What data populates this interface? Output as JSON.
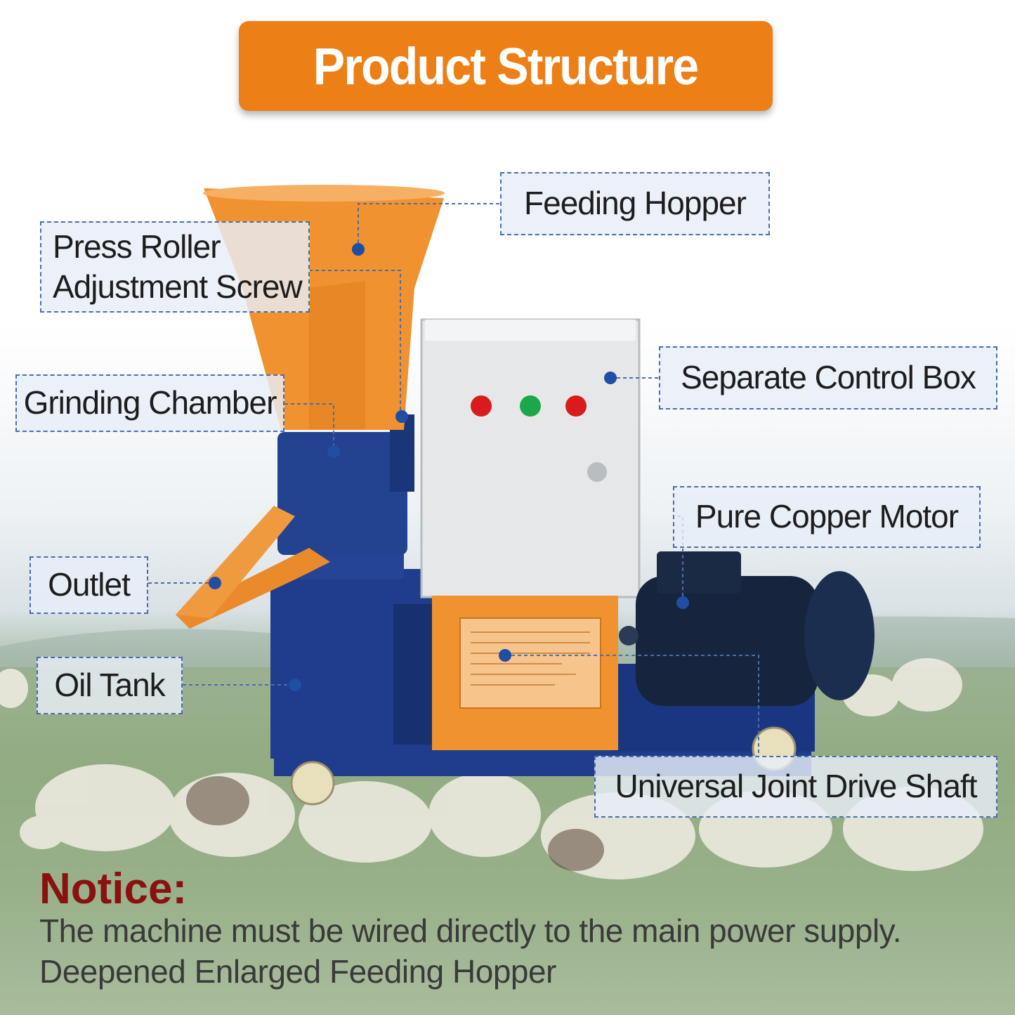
{
  "title": "Product Structure",
  "labels": {
    "feeding_hopper": "Feeding Hopper",
    "press_roller_line1": "Press Roller",
    "press_roller_line2": "Adjustment Screw",
    "grinding_chamber": "Grinding Chamber",
    "separate_control_box": "Separate Control Box",
    "pure_copper_motor": "Pure Copper Motor",
    "outlet": "Outlet",
    "oil_tank": "Oil Tank",
    "universal_joint_drive_shaft": "Universal Joint Drive Shaft"
  },
  "notice": {
    "heading": "Notice:",
    "line1": "The machine must be wired directly to the main power supply.",
    "line2": "Deepened Enlarged Feeding Hopper"
  },
  "colors": {
    "accent_orange": "#ec7f16",
    "machine_blue": "#1f3d8c",
    "label_border": "#4a6ea9",
    "notice_red": "#8b1010"
  }
}
